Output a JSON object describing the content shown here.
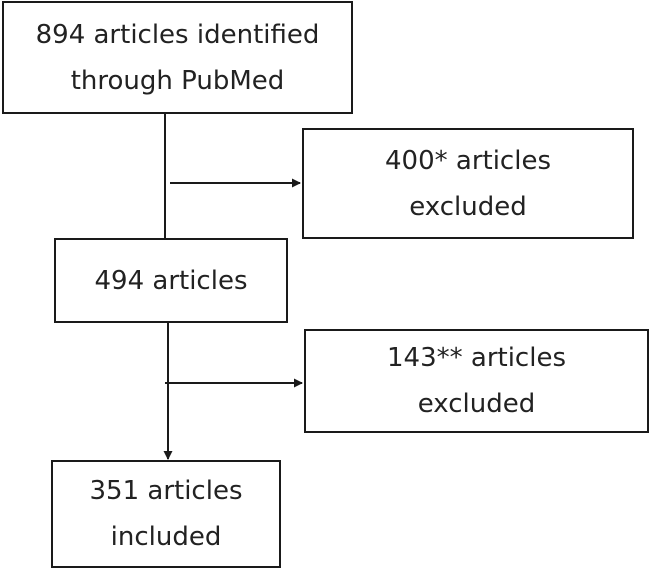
{
  "diagram": {
    "identified": {
      "text": "894 articles identified\nthrough PubMed"
    },
    "excluded_first": {
      "text": "400* articles\nexcluded"
    },
    "remaining": {
      "text": "494 articles"
    },
    "excluded_second": {
      "text": "143** articles\nexcluded"
    },
    "included": {
      "text": "351 articles\nincluded"
    }
  }
}
